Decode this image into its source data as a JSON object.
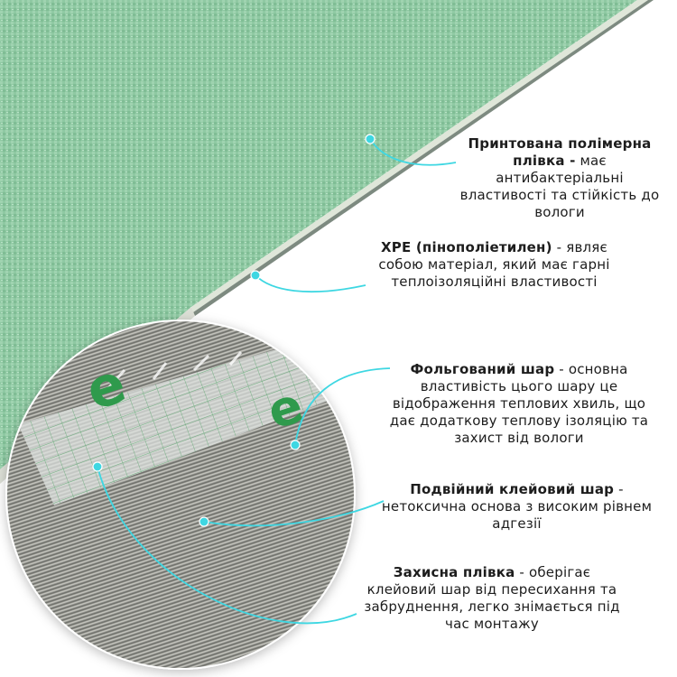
{
  "colors": {
    "film_green": "#8fc9a3",
    "film_green_dark": "#64ad7e",
    "callout_cyan": "#3ed7e2",
    "text": "#1d1d1d"
  },
  "labels": [
    {
      "bold": "Принтована полімерна плівка -",
      "text": " має антибактеріальні властивості та стійкість до вологи"
    },
    {
      "bold": "XPE (пінополіетилен)",
      "text": " - являє собою матеріал, який має гарні теплоізоляційні властивості"
    },
    {
      "bold": "Фольгований шар",
      "text": " - основна властивість цього шару це відображення теплових хвиль, що дає додаткову теплову ізоляцію та захист від вологи"
    },
    {
      "bold": "Подвійний клейовий шар",
      "text": " - нетоксична основа з високим рівнем адгезії"
    },
    {
      "bold": "Захисна плівка",
      "text": " - оберігає клейовий шар від пересихання та забруднення, легко знімається під час монтажу"
    }
  ],
  "icons": [
    "film-texture-image",
    "foil-layer-closeup-image",
    "callout-dot-icon"
  ]
}
